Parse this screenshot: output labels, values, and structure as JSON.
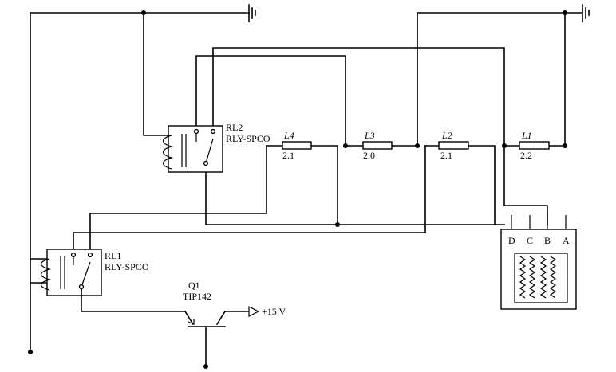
{
  "relays": [
    {
      "ref": "RL2",
      "type": "RLY-SPCO"
    },
    {
      "ref": "RL1",
      "type": "RLY-SPCO"
    }
  ],
  "resistors": [
    {
      "ref": "L4",
      "value": "2.1"
    },
    {
      "ref": "L3",
      "value": "2.0"
    },
    {
      "ref": "L2",
      "value": "2.1"
    },
    {
      "ref": "L1",
      "value": "2.2"
    }
  ],
  "transistor": {
    "ref": "Q1",
    "type": "TIP142"
  },
  "supply_label": "+15 V",
  "heater_terminals": [
    "D",
    "C",
    "B",
    "A"
  ]
}
